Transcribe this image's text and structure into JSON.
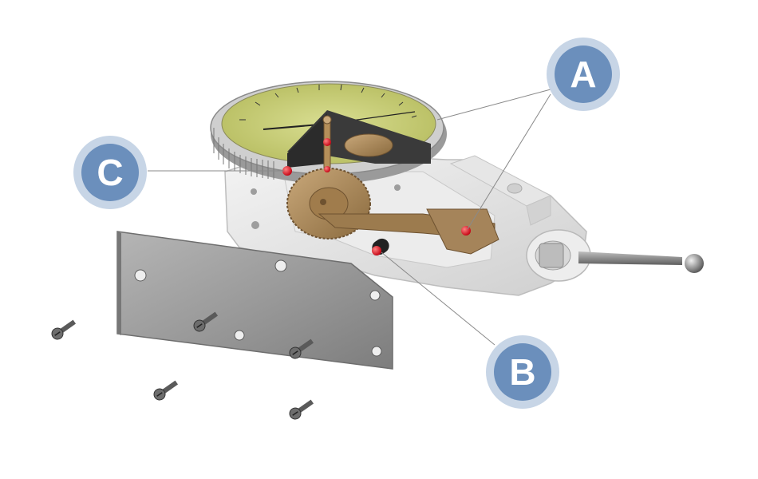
{
  "labels": {
    "a": "A",
    "b": "B",
    "c": "C"
  },
  "colors": {
    "badge_fill": "#6b8fbc",
    "badge_ring": "#c7d5e6",
    "leader_line": "#8a8a8a",
    "dial_face": "#c9cf7a",
    "brass": "#a8865a",
    "marker_red": "#e8202a"
  },
  "icons": [
    "screw-icon",
    "stylus-probe",
    "gear",
    "dial-face"
  ]
}
